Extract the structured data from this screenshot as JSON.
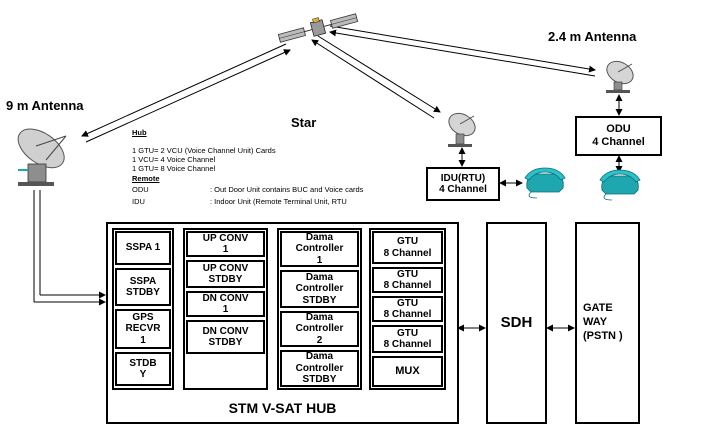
{
  "labels": {
    "antenna_9m": "9 m Antenna",
    "antenna_24m": "2.4 m Antenna",
    "star": "Star"
  },
  "legend": {
    "hub_title": "Hub",
    "hub_lines": [
      "1 GTU= 2 VCU (Voice Channel Unit) Cards",
      "1 VCU= 4 Voice Channel",
      "1 GTU= 8 Voice Channel"
    ],
    "remote_title": "Remote",
    "remote_rows": [
      {
        "key": "ODU",
        "value": ": Out Door Unit contains BUC and Voice cards"
      },
      {
        "key": "IDU",
        "value": ": Indoor Unit (Remote Terminal Unit, RTU"
      }
    ]
  },
  "remote": {
    "idu": [
      "IDU(RTU)",
      "4 Channel"
    ],
    "odu": [
      "ODU",
      "4 Channel"
    ]
  },
  "hub": {
    "title": "STM V-SAT  HUB",
    "col1": [
      [
        "SSPA 1"
      ],
      [
        "SSPA",
        "STDBY"
      ],
      [
        "GPS",
        "RECVR",
        "1"
      ],
      [
        "STDB",
        "Y"
      ]
    ],
    "col2": [
      [
        "UP CONV",
        "1"
      ],
      [
        "UP CONV",
        "STDBY"
      ],
      [
        "DN CONV",
        "1"
      ],
      [
        "DN CONV",
        "STDBY"
      ]
    ],
    "col3": [
      [
        "Dama",
        "Controller",
        "1"
      ],
      [
        "Dama",
        "Controller",
        "STDBY"
      ],
      [
        "Dama",
        "Controller",
        "2"
      ],
      [
        "Dama",
        "Controller",
        "STDBY"
      ]
    ],
    "col4": [
      [
        "GTU",
        "8 Channel"
      ],
      [
        "GTU",
        "8 Channel"
      ],
      [
        "GTU",
        "8 Channel"
      ],
      [
        "GTU",
        "8 Channel"
      ],
      [
        "MUX"
      ]
    ]
  },
  "sdh": "SDH",
  "gateway": [
    "GATE",
    "WAY",
    "(PSTN )"
  ],
  "icons": {
    "satellite": "satellite-icon",
    "dish": "satellite-dish-icon",
    "phone": "telephone-icon"
  },
  "colors": {
    "phone": "#1fa7b0",
    "dish": "#8e8e8e"
  }
}
